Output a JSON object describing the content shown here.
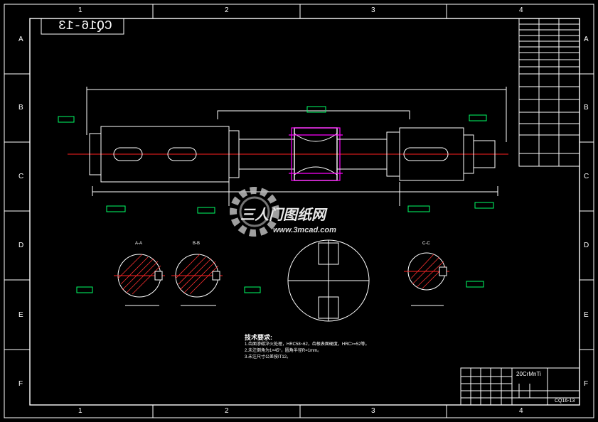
{
  "drawing": {
    "code": "CQ16-13",
    "material": "20CrMnTi",
    "part_code_footer": "CQ16-13",
    "zones_top": [
      "1",
      "2",
      "3",
      "4"
    ],
    "zones_bottom": [
      "1",
      "2",
      "3",
      "4"
    ],
    "zones_left": [
      "A",
      "B",
      "C",
      "D",
      "E",
      "F"
    ],
    "zones_right": [
      "A",
      "B",
      "C",
      "D",
      "E",
      "F"
    ],
    "sections": [
      "A-A",
      "B-B",
      "C-C"
    ],
    "tech_title": "技术要求:",
    "tech_notes": [
      "1.齿面渗碳淬火处理，HRC58~62，齿根表面硬度，HRC>=52等。",
      "2.未注倒角为1×45°，圆角半径R=1mm。",
      "3.未注尺寸公差按IT12。"
    ]
  },
  "watermark": {
    "brand": "三人门图纸网",
    "url": "www.3mcad.com"
  },
  "colors": {
    "background": "#000000",
    "lines": "#ffffff",
    "tolerance_frames": "#00ff66",
    "center_lines": "#ff2020",
    "gear_region": "#ff00ff"
  }
}
